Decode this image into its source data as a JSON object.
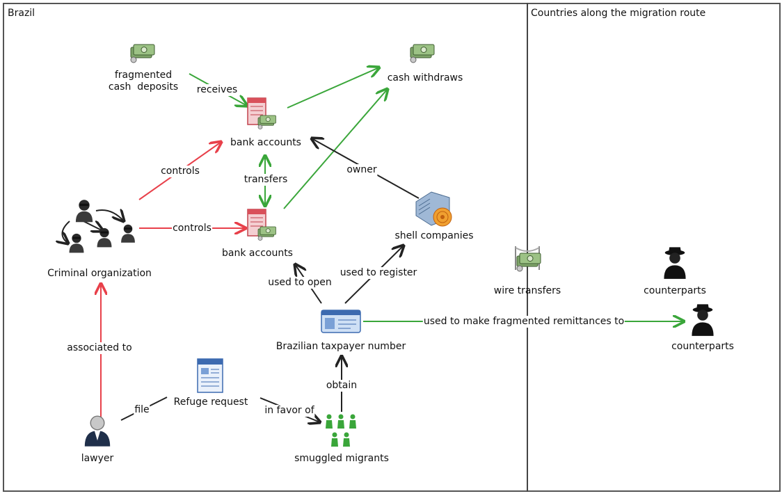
{
  "regions": {
    "left_title": "Brazil",
    "right_title": "Countries along the migration route"
  },
  "nodes": {
    "fragmented_cash_deposits": {
      "label": "fragmented\ncash  deposits",
      "icon": "cash-icon"
    },
    "cash_withdraws": {
      "label": "cash withdraws",
      "icon": "cash-icon"
    },
    "bank_accounts_top": {
      "label": "bank accounts",
      "icon": "bank-account-icon"
    },
    "bank_accounts_mid": {
      "label": "bank accounts",
      "icon": "bank-account-icon"
    },
    "shell_companies": {
      "label": "shell companies",
      "icon": "company-building-icon"
    },
    "criminal_organization": {
      "label": "Criminal organization",
      "icon": "criminal-group-icon"
    },
    "wire_transfers": {
      "label": "wire transfers",
      "icon": "wire-transfer-icon"
    },
    "counterparts_1": {
      "label": "counterparts",
      "icon": "spy-person-icon"
    },
    "counterparts_2": {
      "label": "counterparts",
      "icon": "spy-person-icon"
    },
    "taxpayer_number": {
      "label": "Brazilian taxpayer number",
      "icon": "id-card-icon"
    },
    "refuge_request": {
      "label": "Refuge request",
      "icon": "document-icon"
    },
    "lawyer": {
      "label": "lawyer",
      "icon": "lawyer-icon"
    },
    "smuggled_migrants": {
      "label": "smuggled migrants",
      "icon": "migrants-group-icon"
    }
  },
  "edges": {
    "receives": "receives",
    "controls_top": "controls",
    "controls_mid": "controls",
    "transfers": "transfers",
    "owner": "owner",
    "used_to_open": "used to open",
    "used_to_register": "used to register",
    "used_to_make_remittances": "used to make fragmented remittances to",
    "associated_to": "associated to",
    "file": "file",
    "in_favor_of": "in favor of",
    "obtain": "obtain"
  },
  "colors": {
    "red_edge": "#e8404a",
    "green_edge": "#3aa63a",
    "black_edge": "#222222"
  }
}
